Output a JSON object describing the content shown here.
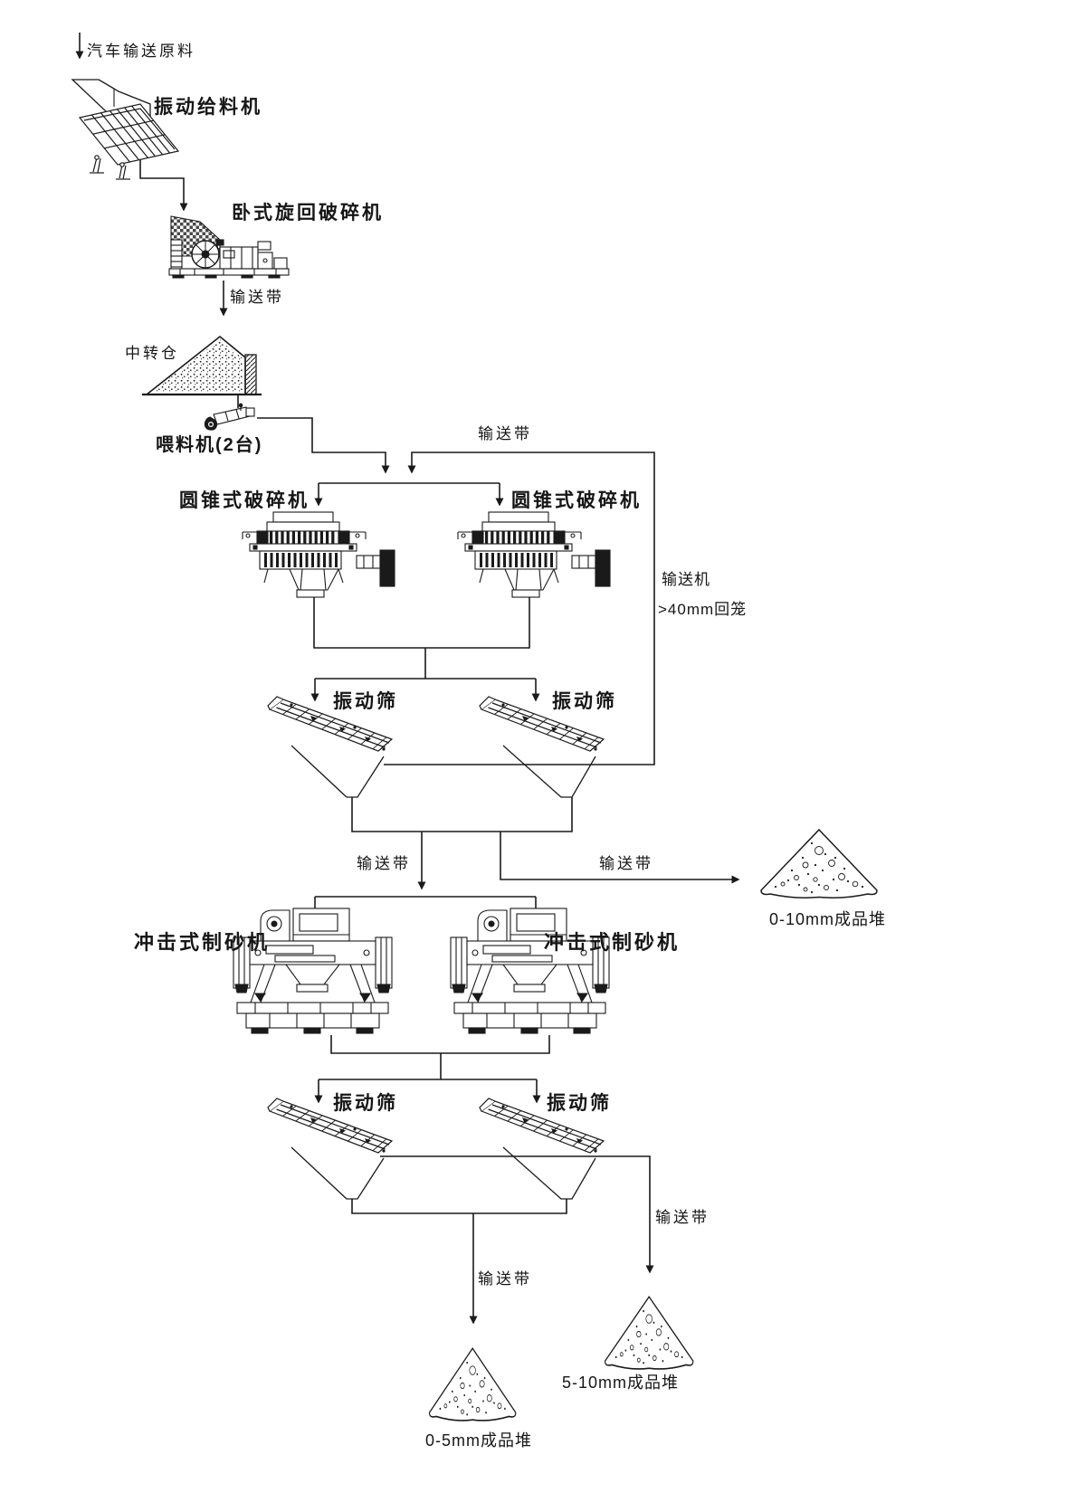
{
  "title_hint": "sand-making production line flow diagram",
  "colors": {
    "background": "#ffffff",
    "line": "#1a1a1a",
    "text": "#161616"
  },
  "labels": {
    "raw_material": "汽车输送原料",
    "vibrating_feeder": "振动给料机",
    "gyratory_crusher": "卧式旋回破碎机",
    "belt": "输送带",
    "transfer_bin": "中转仓",
    "feeders": "喂料机(2台)",
    "cone_crusher": "圆锥式破碎机",
    "conveyor": "输送机",
    "recycle": ">40mm回笼",
    "vibrating_screen": "振动筛",
    "impact_sand_maker": "冲击式制砂机",
    "pile_0_10": "0-10mm成品堆",
    "pile_5_10": "5-10mm成品堆",
    "pile_0_5": "0-5mm成品堆"
  },
  "nodes": [
    {
      "id": "raw_material",
      "label": "汽车输送原料",
      "kind": "source"
    },
    {
      "id": "vibrating_feeder",
      "label": "振动给料机",
      "kind": "machine"
    },
    {
      "id": "gyratory_crusher",
      "label": "卧式旋回破碎机",
      "kind": "machine"
    },
    {
      "id": "transfer_bin",
      "label": "中转仓",
      "kind": "stockpile"
    },
    {
      "id": "feeders",
      "label": "喂料机(2台)",
      "kind": "machine"
    },
    {
      "id": "cone_crusher_left",
      "label": "圆锥式破碎机",
      "kind": "machine"
    },
    {
      "id": "cone_crusher_right",
      "label": "圆锥式破碎机",
      "kind": "machine"
    },
    {
      "id": "screen_1_left",
      "label": "振动筛",
      "kind": "machine"
    },
    {
      "id": "screen_1_right",
      "label": "振动筛",
      "kind": "machine"
    },
    {
      "id": "pile_0_10",
      "label": "0-10mm成品堆",
      "kind": "stockpile"
    },
    {
      "id": "sand_maker_left",
      "label": "冲击式制砂机",
      "kind": "machine"
    },
    {
      "id": "sand_maker_right",
      "label": "冲击式制砂机",
      "kind": "machine"
    },
    {
      "id": "screen_2_left",
      "label": "振动筛",
      "kind": "machine"
    },
    {
      "id": "screen_2_right",
      "label": "振动筛",
      "kind": "machine"
    },
    {
      "id": "pile_5_10",
      "label": "5-10mm成品堆",
      "kind": "stockpile"
    },
    {
      "id": "pile_0_5",
      "label": "0-5mm成品堆",
      "kind": "stockpile"
    }
  ],
  "edges": [
    {
      "from": "raw_material",
      "to": "vibrating_feeder",
      "label": ""
    },
    {
      "from": "vibrating_feeder",
      "to": "gyratory_crusher",
      "label": ""
    },
    {
      "from": "gyratory_crusher",
      "to": "transfer_bin",
      "label": "输送带"
    },
    {
      "from": "transfer_bin",
      "to": "feeders",
      "label": ""
    },
    {
      "from": "feeders",
      "to": "cone_crusher_left",
      "label": ""
    },
    {
      "from": "feeders",
      "to": "cone_crusher_right",
      "label": "输送带"
    },
    {
      "from": "screen_1_left",
      "to": "cone_crusher_left",
      "label": [
        "输送机",
        ">40mm回笼"
      ]
    },
    {
      "from": "screen_1_right",
      "to": "cone_crusher_right",
      "label": [
        "输送机",
        ">40mm回笼"
      ]
    },
    {
      "from": "cone_crusher_left",
      "to": "screen_1_left",
      "label": ""
    },
    {
      "from": "cone_crusher_right",
      "to": "screen_1_right",
      "label": ""
    },
    {
      "from": "screen_1_left",
      "to": "sand_maker_left",
      "label": "输送带"
    },
    {
      "from": "screen_1_left",
      "to": "sand_maker_right",
      "label": "输送带"
    },
    {
      "from": "screen_1_right",
      "to": "pile_0_10",
      "label": "输送带"
    },
    {
      "from": "sand_maker_left",
      "to": "screen_2_left",
      "label": ""
    },
    {
      "from": "sand_maker_right",
      "to": "screen_2_right",
      "label": ""
    },
    {
      "from": "screen_2_left",
      "to": "pile_0_5",
      "label": "输送带"
    },
    {
      "from": "screen_2_right",
      "to": "pile_5_10",
      "label": "输送带"
    }
  ]
}
